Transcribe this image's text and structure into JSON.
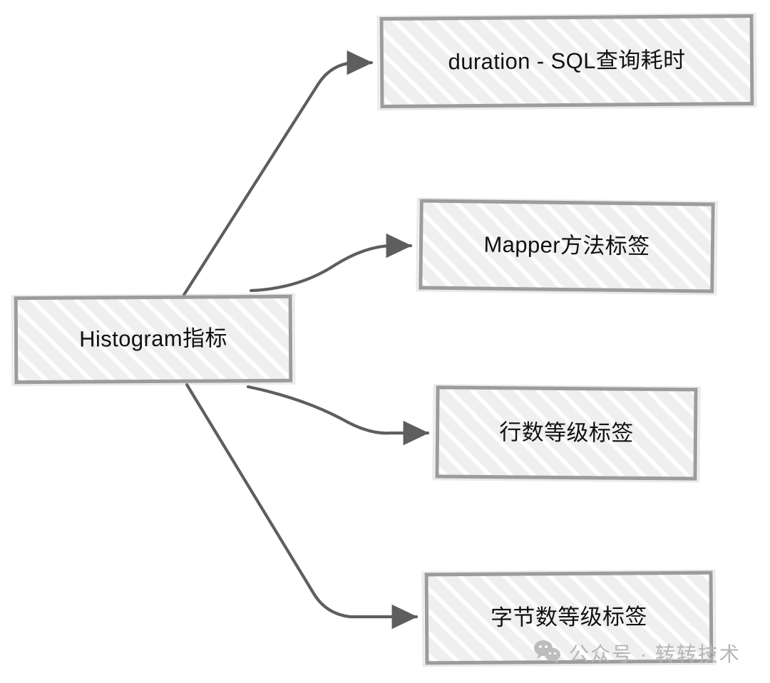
{
  "diagram": {
    "type": "flowchart",
    "style": "hand-drawn sketch, gray hatched boxes",
    "root": {
      "id": "histogram",
      "label": "Histogram指标"
    },
    "nodes": [
      {
        "id": "duration",
        "label": "duration - SQL查询耗时"
      },
      {
        "id": "mapper",
        "label": "Mapper方法标签"
      },
      {
        "id": "rows",
        "label": "行数等级标签"
      },
      {
        "id": "bytes",
        "label": "字节数等级标签"
      }
    ],
    "edges": [
      {
        "from": "histogram",
        "to": "duration",
        "arrow": "arrowhead-icon"
      },
      {
        "from": "histogram",
        "to": "mapper",
        "arrow": "arrowhead-icon"
      },
      {
        "from": "histogram",
        "to": "rows",
        "arrow": "arrowhead-icon"
      },
      {
        "from": "histogram",
        "to": "bytes",
        "arrow": "arrowhead-icon"
      }
    ],
    "colors": {
      "node_fill": "#efefef",
      "node_border": "#9c9c9c",
      "hatch": "#ffffff",
      "edge_stroke": "#5e5e5e",
      "text": "#111111",
      "background": "#ffffff",
      "watermark": "#b6b6b6"
    }
  },
  "watermark": {
    "icon": "wechat-icon",
    "text": "公众号 · 转转技术"
  }
}
